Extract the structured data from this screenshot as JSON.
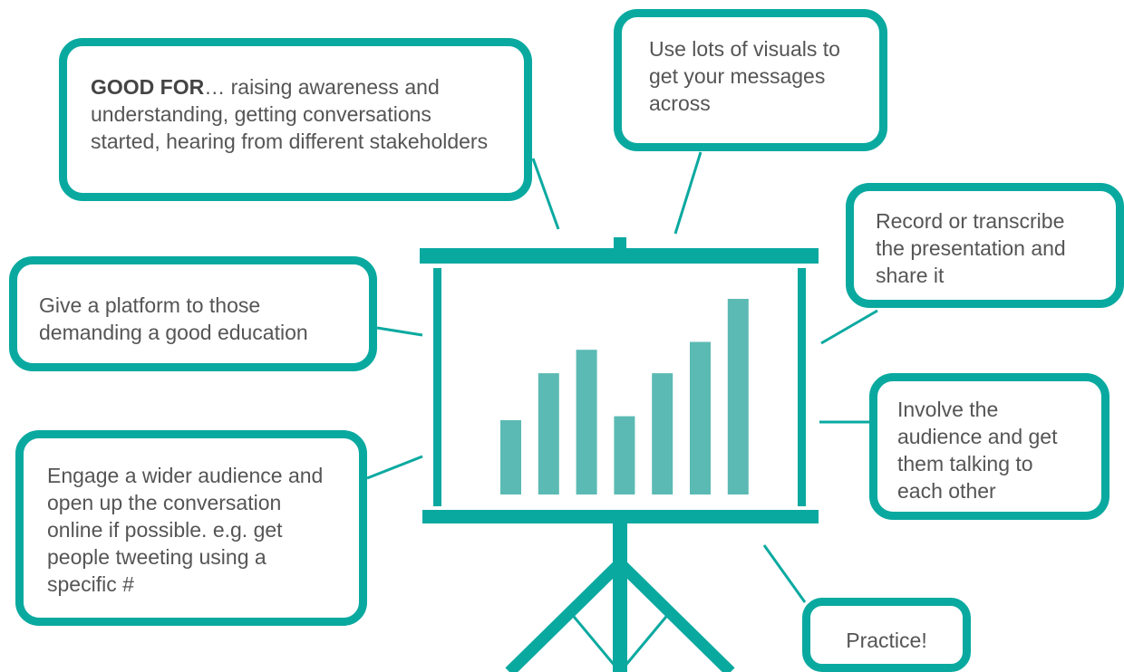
{
  "diagram": {
    "colors": {
      "accent": "#0aa9a0",
      "bar": "#5bbab3",
      "text": "#555555"
    },
    "chart_values": [
      0.38,
      0.62,
      0.74,
      0.4,
      0.62,
      0.78,
      1.0
    ],
    "callouts": {
      "good_for": {
        "lead": "GOOD FOR",
        "text": "… raising awareness and understanding, getting conversations started, hearing from different stakeholders"
      },
      "visuals": {
        "text": "Use lots of visuals to get your messages across"
      },
      "record": {
        "text": "Record or transcribe the presentation and share it"
      },
      "platform": {
        "text": "Give a platform to those demanding a good education"
      },
      "involve": {
        "text": "Involve the audience and get them talking to each other"
      },
      "engage": {
        "text": "Engage a wider audience and open up the conversation online if possible. e.g. get people tweeting using a specific #"
      },
      "practice": {
        "text": "Practice!"
      }
    }
  }
}
